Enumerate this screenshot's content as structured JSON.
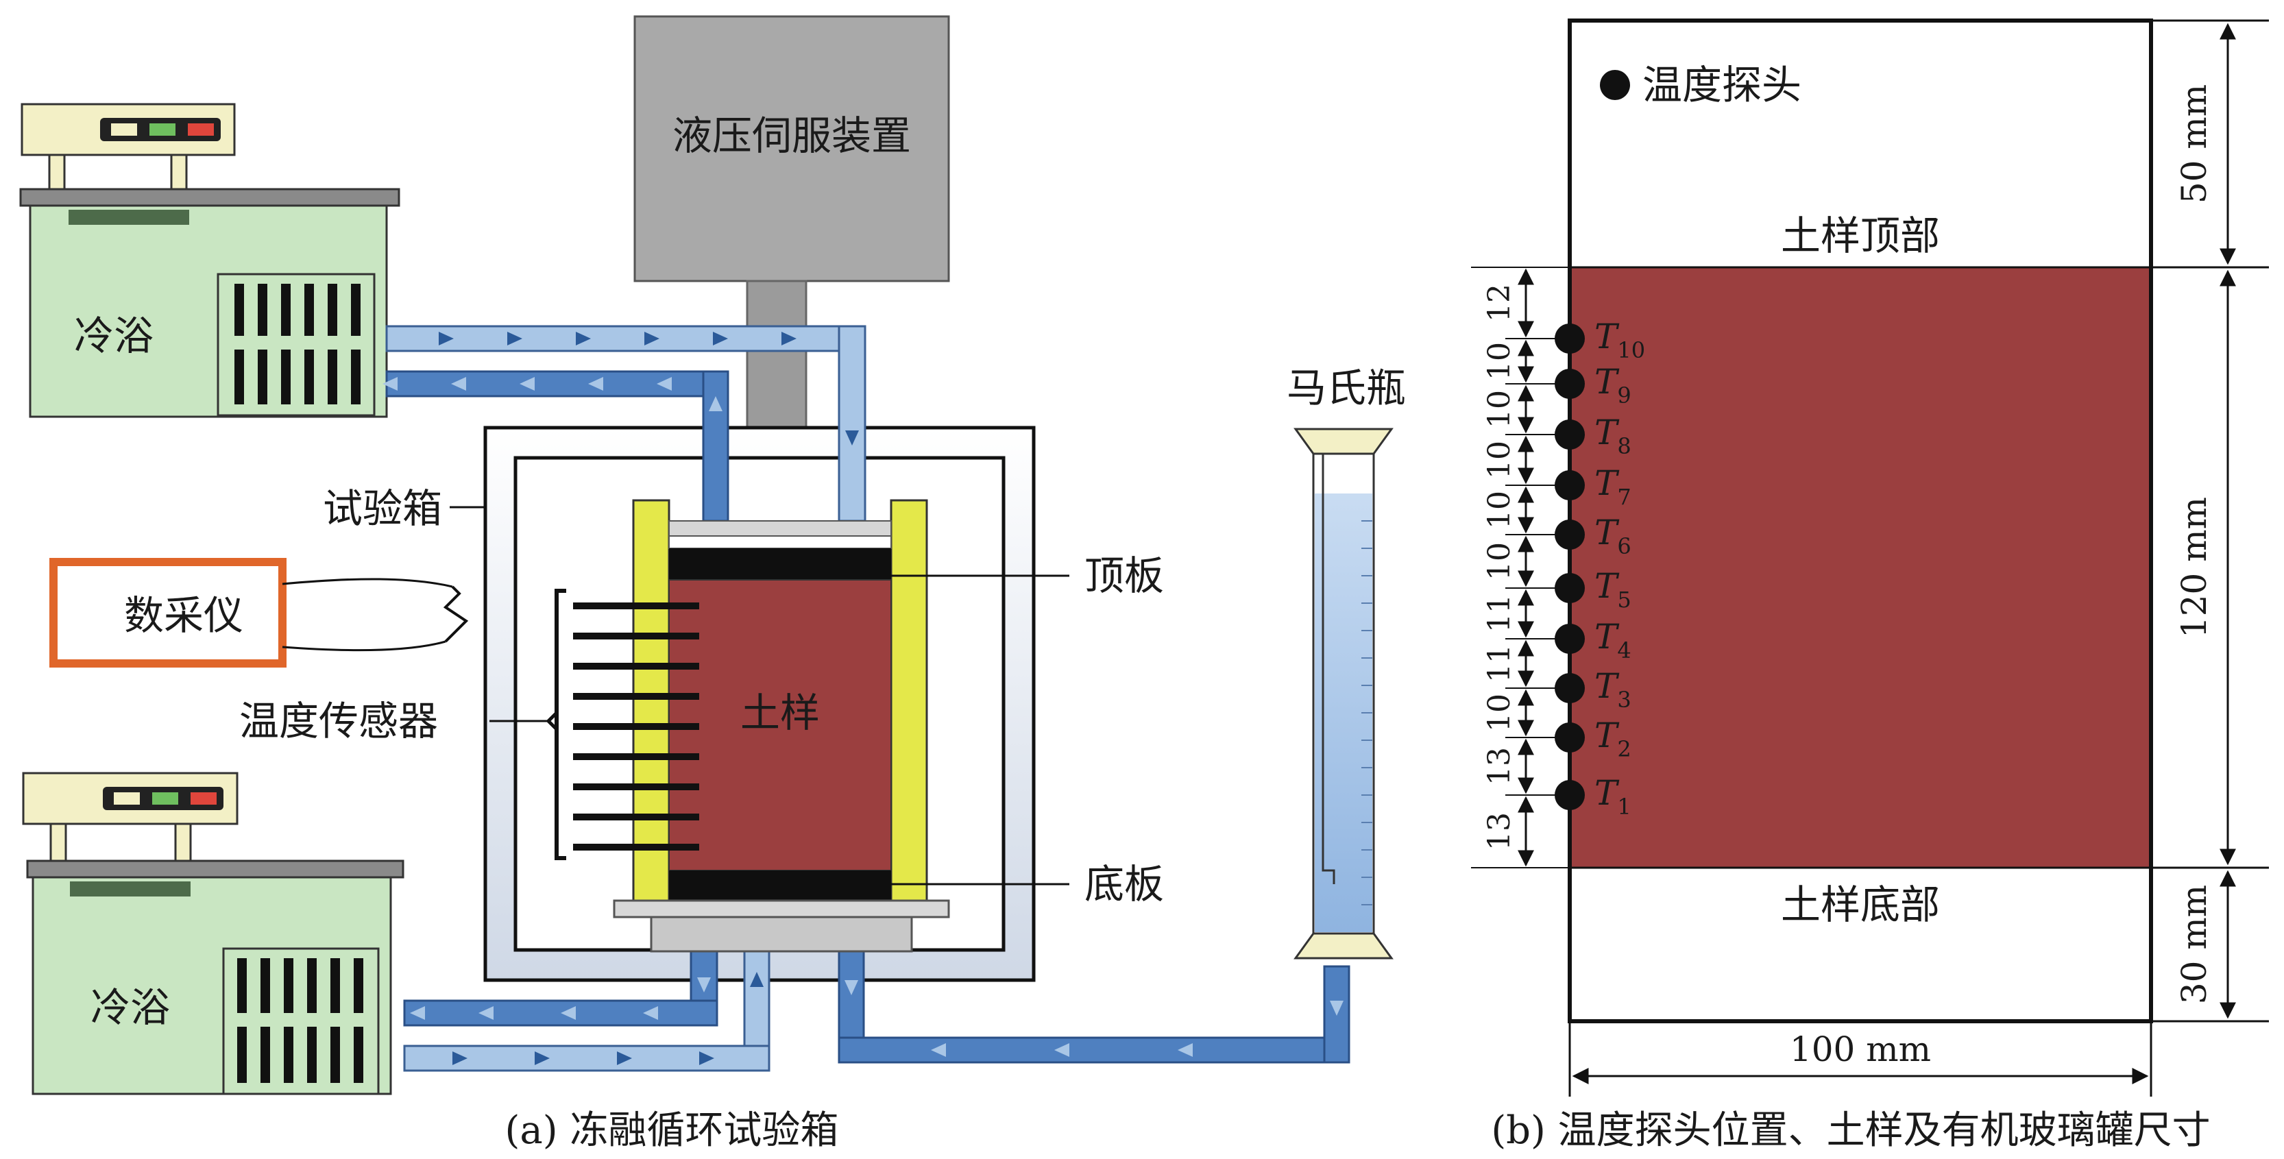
{
  "panel_a": {
    "caption": "(a) 冻融循环试验箱",
    "hydraulic_label": "液压伺服装置",
    "cold_bath_top_label": "冷浴",
    "cold_bath_bottom_label": "冷浴",
    "test_box_label": "试验箱",
    "daq_label": "数采仪",
    "temp_sensor_label": "温度传感器",
    "soil_label": "土样",
    "top_plate_label": "顶板",
    "bottom_plate_label": "底板",
    "mariotte_label": "马氏瓶"
  },
  "panel_b": {
    "caption": "(b) 温度探头位置、土样及有机玻璃罐尺寸",
    "legend_label": "温度探头",
    "soil_top_label": "土样顶部",
    "soil_bottom_label": "土样底部",
    "dim_top": "50 mm",
    "dim_mid": "120 mm",
    "dim_bottom": "30 mm",
    "dim_width": "100 mm",
    "spacings": [
      "12",
      "10",
      "10",
      "10",
      "10",
      "10",
      "11",
      "11",
      "10",
      "13",
      "13"
    ],
    "probes": [
      {
        "base": "T",
        "sub": "10"
      },
      {
        "base": "T",
        "sub": "9"
      },
      {
        "base": "T",
        "sub": "8"
      },
      {
        "base": "T",
        "sub": "7"
      },
      {
        "base": "T",
        "sub": "6"
      },
      {
        "base": "T",
        "sub": "5"
      },
      {
        "base": "T",
        "sub": "4"
      },
      {
        "base": "T",
        "sub": "3"
      },
      {
        "base": "T",
        "sub": "2"
      },
      {
        "base": "T",
        "sub": "1"
      }
    ]
  },
  "colors": {
    "soil": "#9b3f3f",
    "bath_body": "#c9e6c2",
    "bath_top": "#f3f0c6",
    "pipe_light": "#a9c6e6",
    "pipe_dark": "#4f80c0",
    "clamp": "#e4e84a",
    "daq_border": "#e0662a",
    "hydraulic": "#a8a8a8"
  }
}
